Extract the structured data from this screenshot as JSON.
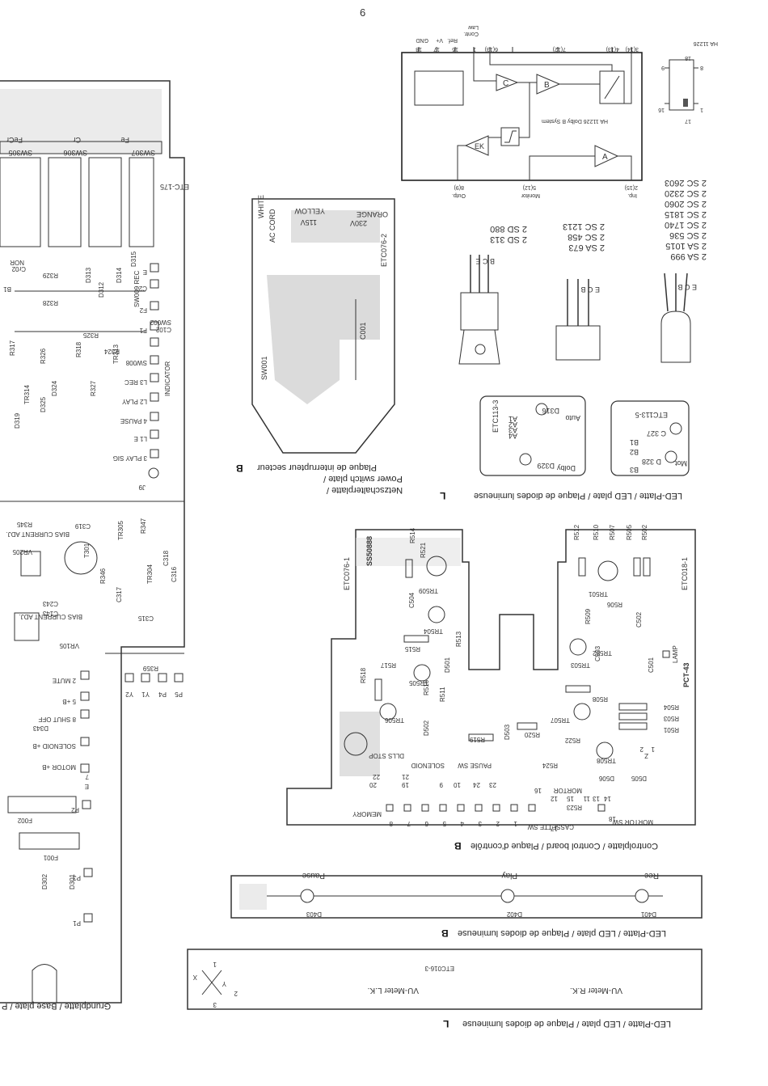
{
  "page_number": "6",
  "ic": {
    "name": "HA 11226",
    "system_label": "HA 11226 Dolby B System",
    "pin_top": "18",
    "pin_bottom": "17",
    "pins_left": [
      "9",
      "16"
    ],
    "pins_right": [
      "8",
      "1"
    ],
    "blocks": [
      "A",
      "B",
      "C",
      "EK"
    ],
    "top_pins": [
      "18",
      "17",
      "16",
      "15",
      "1",
      "6(13)",
      "7(12)",
      "4(13)",
      "3(14)"
    ],
    "top_labels": [
      "GND",
      "V+",
      "Ref.",
      "Contr.",
      "Law"
    ],
    "bottom_pins": [
      "8(9)",
      "5(12)",
      "2(15)"
    ],
    "bottom_labels": [
      "Outp.",
      "Monitor",
      "Inp."
    ]
  },
  "transistors": [
    {
      "pins": "E C B",
      "types": [
        "2 SA 999",
        "2 SA 1015",
        "2 SC 536",
        "2 SC 1740",
        "2 SC 1815",
        "2 SC 2060",
        "2 SC 2320",
        "2 SC 2603"
      ]
    },
    {
      "pins": "E C B",
      "types": [
        "2 SA 673",
        "2 SC 458",
        "2 SC 1213"
      ]
    },
    {
      "pins": "B C E",
      "types": [
        "2 SD 313",
        "2 SD 880"
      ]
    }
  ],
  "led_plate_small": {
    "label": "ETC113-3",
    "labels": [
      "D316",
      "A1",
      "A2",
      "A3",
      "A4",
      "Auto",
      "Dolby",
      "D329"
    ]
  },
  "led_plate_small_2": {
    "label": "ETC113-5",
    "labels": [
      "C 327",
      "B1",
      "B2",
      "B3",
      "D 328",
      "Mot."
    ]
  },
  "power_switch": {
    "board": "ETC076-2",
    "labels": [
      "ORANGE",
      "230V",
      "YELLOW",
      "115V",
      "WHITE",
      "AC CORD",
      "C001",
      "SW001"
    ]
  },
  "base_plate": {
    "board": "ETC-175",
    "switches": [
      "SW307",
      "SW306",
      "SW305",
      "Fe",
      "Cr",
      "FeCr"
    ],
    "components": [
      "R328",
      "R329",
      "D314",
      "D315",
      "D312",
      "D313",
      "R325",
      "R324",
      "R317",
      "R326",
      "R318",
      "TR313",
      "TR314",
      "D324",
      "D325",
      "R327",
      "D319",
      "C102",
      "SW002",
      "R345",
      "C319",
      "VR205",
      "T301",
      "R347",
      "TR305",
      "C318",
      "TR304",
      "C316",
      "R346",
      "C317",
      "C315",
      "C243",
      "C143",
      "VR105",
      "R359",
      "D343",
      "F002",
      "F001",
      "D302",
      "D301"
    ],
    "bias_labels": [
      "BIAS CURRENT ADJ.",
      "BIAS CURRENT ADJ."
    ],
    "terminals": [
      "E",
      "C2",
      "F2",
      "F1",
      "SW008",
      "L3 REC",
      "L2 PLAY",
      "4 PAUSE",
      "L1 E",
      "3 PLAY SIG",
      "J9",
      "INDICATOR",
      "SW009 REC",
      "2 MUTE",
      "5 +B",
      "8 SHUT OFF",
      "SOLENOID +B",
      "MOTOR +B",
      "7",
      "E",
      "P2",
      "P3",
      "P1",
      "Y2",
      "Y1",
      "P4",
      "P5",
      "NOR",
      "Cr02",
      "B1"
    ]
  },
  "control_board": {
    "board": "ETC018-1",
    "board_2": "ETC076-1",
    "code": "SS50888",
    "code_2": "PCT-43",
    "components": [
      "R514",
      "R521",
      "TR509",
      "R512",
      "R510",
      "R507",
      "R505",
      "R502",
      "TR501",
      "R506",
      "C504",
      "TR504",
      "R509",
      "C502",
      "R515",
      "R513",
      "TR502",
      "R517",
      "TR505",
      "TR503",
      "C503",
      "D501",
      "C501",
      "R508",
      "R518",
      "R516",
      "R511",
      "R504",
      "R503",
      "TR506",
      "TR507",
      "R501",
      "R520",
      "R522",
      "R519",
      "D502",
      "D503",
      "TR508",
      "R524",
      "D506",
      "D505",
      "R523"
    ],
    "pins": [
      "Z",
      "1",
      "2",
      "15",
      "12",
      "16",
      "18",
      "20",
      "22",
      "19",
      "21",
      "9",
      "10",
      "24",
      "23",
      "11",
      "13",
      "14",
      "17",
      "8",
      "7",
      "6",
      "5",
      "4",
      "3",
      "2",
      "1"
    ],
    "labels": [
      "LAMP",
      "DLLS STOP",
      "SOLENOID",
      "PAUSE SW",
      "MORTOR",
      "MEMORY",
      "CASSETTE SW",
      "MORTOR SW"
    ]
  },
  "led_plate_long": {
    "labels": [
      "Rec",
      "Play",
      "Pause",
      "D401",
      "D402",
      "D403"
    ]
  },
  "vu_plate": {
    "board": "ETC016-3",
    "labels": [
      "VU-Meter L.K.",
      "VU-Meter R.K.",
      "X",
      "Y",
      "1",
      "2",
      "3"
    ]
  },
  "captions": {
    "led_plate_top": "LED-Platte / LED plate / Plaque de diodes lumineuse",
    "led_plate_top_letter": "L",
    "power_switch": [
      "Netzschalterplatte /",
      "Power switch plate /",
      "Plaque de interrupteur secteur"
    ],
    "power_switch_letter": "B",
    "control_board": "Controlplatte / Control board / Plaque d'contrôle",
    "control_board_letter": "B",
    "led_plate_mid": "LED-Platte / LED plate / Plaque de diodes lumineuse",
    "led_plate_mid_letter": "B",
    "base_plate": "Grundplatte / Base plate / P",
    "led_plate_bottom": "LED-Platte / LED plate / Plaque de diodes lumineuse",
    "led_plate_bottom_letter": "L"
  }
}
